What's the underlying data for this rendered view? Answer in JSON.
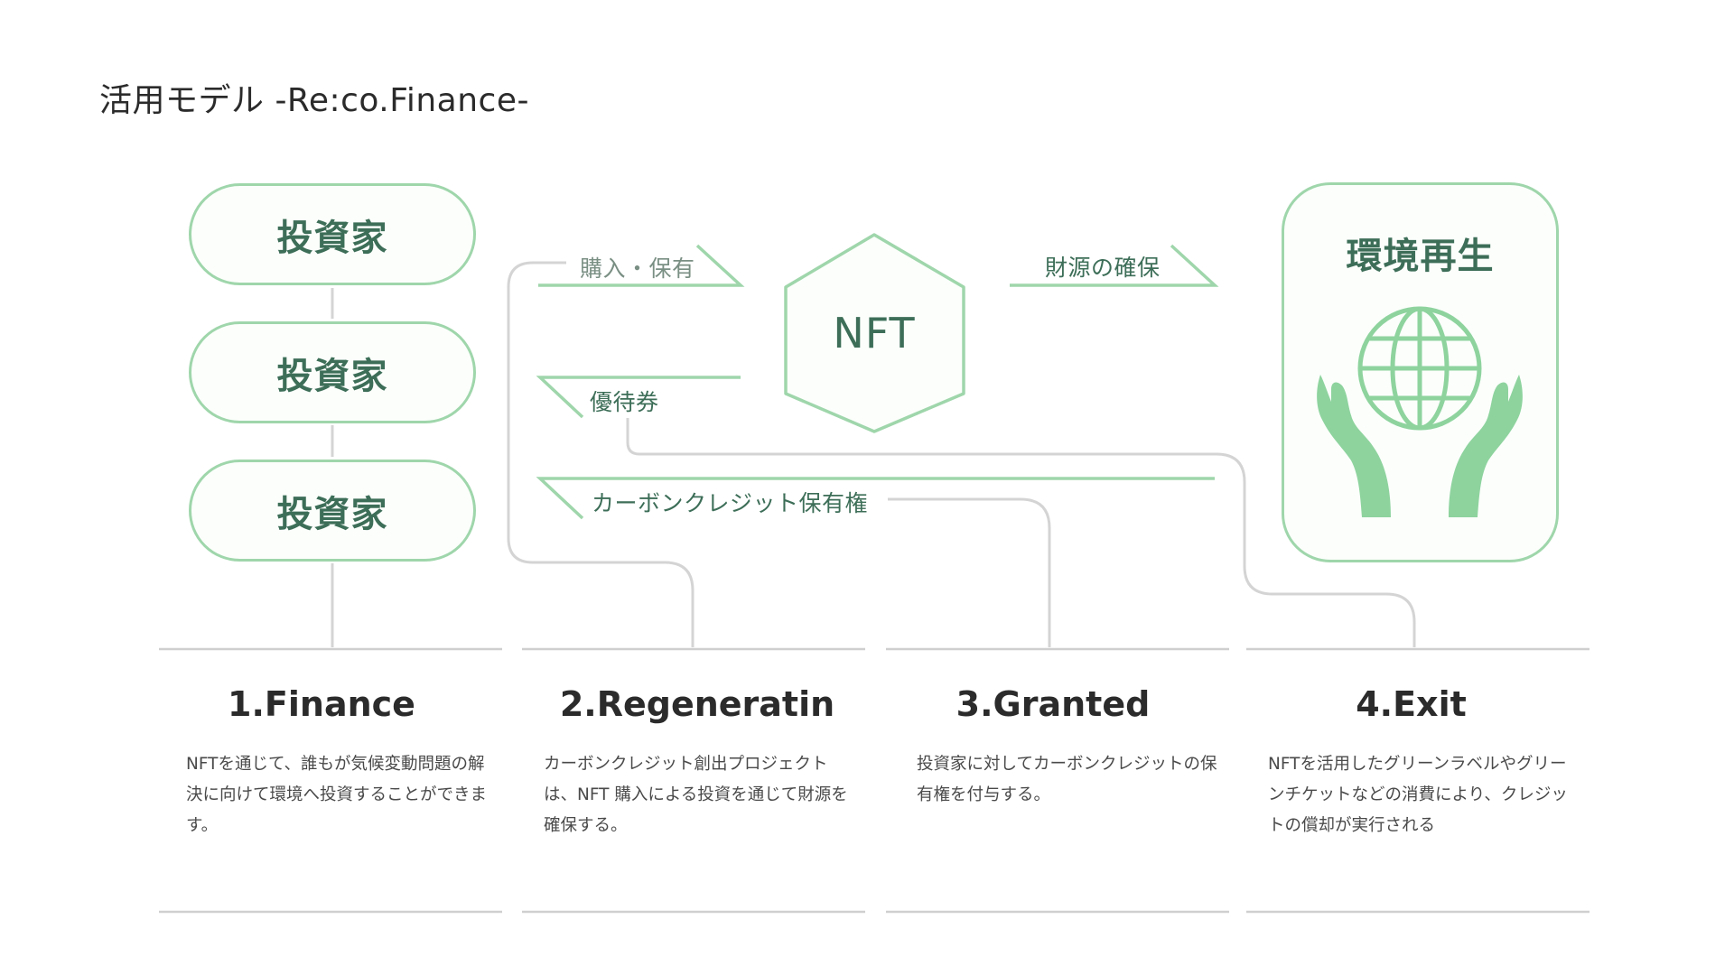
{
  "title": "活用モデル  -Re:co.Finance-",
  "investors": [
    "投資家",
    "投資家",
    "投資家"
  ],
  "nft": {
    "label": "NFT"
  },
  "flows": {
    "purchase": "購入・保有",
    "benefit": "優待券",
    "funding": "財源の確保",
    "carbon_right": "カーボンクレジット保有権"
  },
  "environment": {
    "title": "環境再生",
    "icon": "globe-in-hands-icon"
  },
  "columns": [
    {
      "title": "1.Finance",
      "desc": "NFTを通じて、誰もが気候変動問題の解決に向けて環境へ投資することができます。"
    },
    {
      "title": "2.Regeneratin",
      "desc": "カーボンクレジット創出プロジェクトは、NFT 購入による投資を通じて財源を確保する。"
    },
    {
      "title": "3.Granted",
      "desc": "投資家に対してカーボンクレジットの保有権を付与する。"
    },
    {
      "title": "4.Exit",
      "desc": "NFTを活用したグリーンラベルやグリーンチケットなどの消費により、クレジットの償却が実行される"
    }
  ],
  "colors": {
    "accent_green": "#9fd6ab",
    "dark_green": "#3d6e58",
    "connector_gray": "#d4d4d4",
    "hand_green": "#8ed39e"
  }
}
